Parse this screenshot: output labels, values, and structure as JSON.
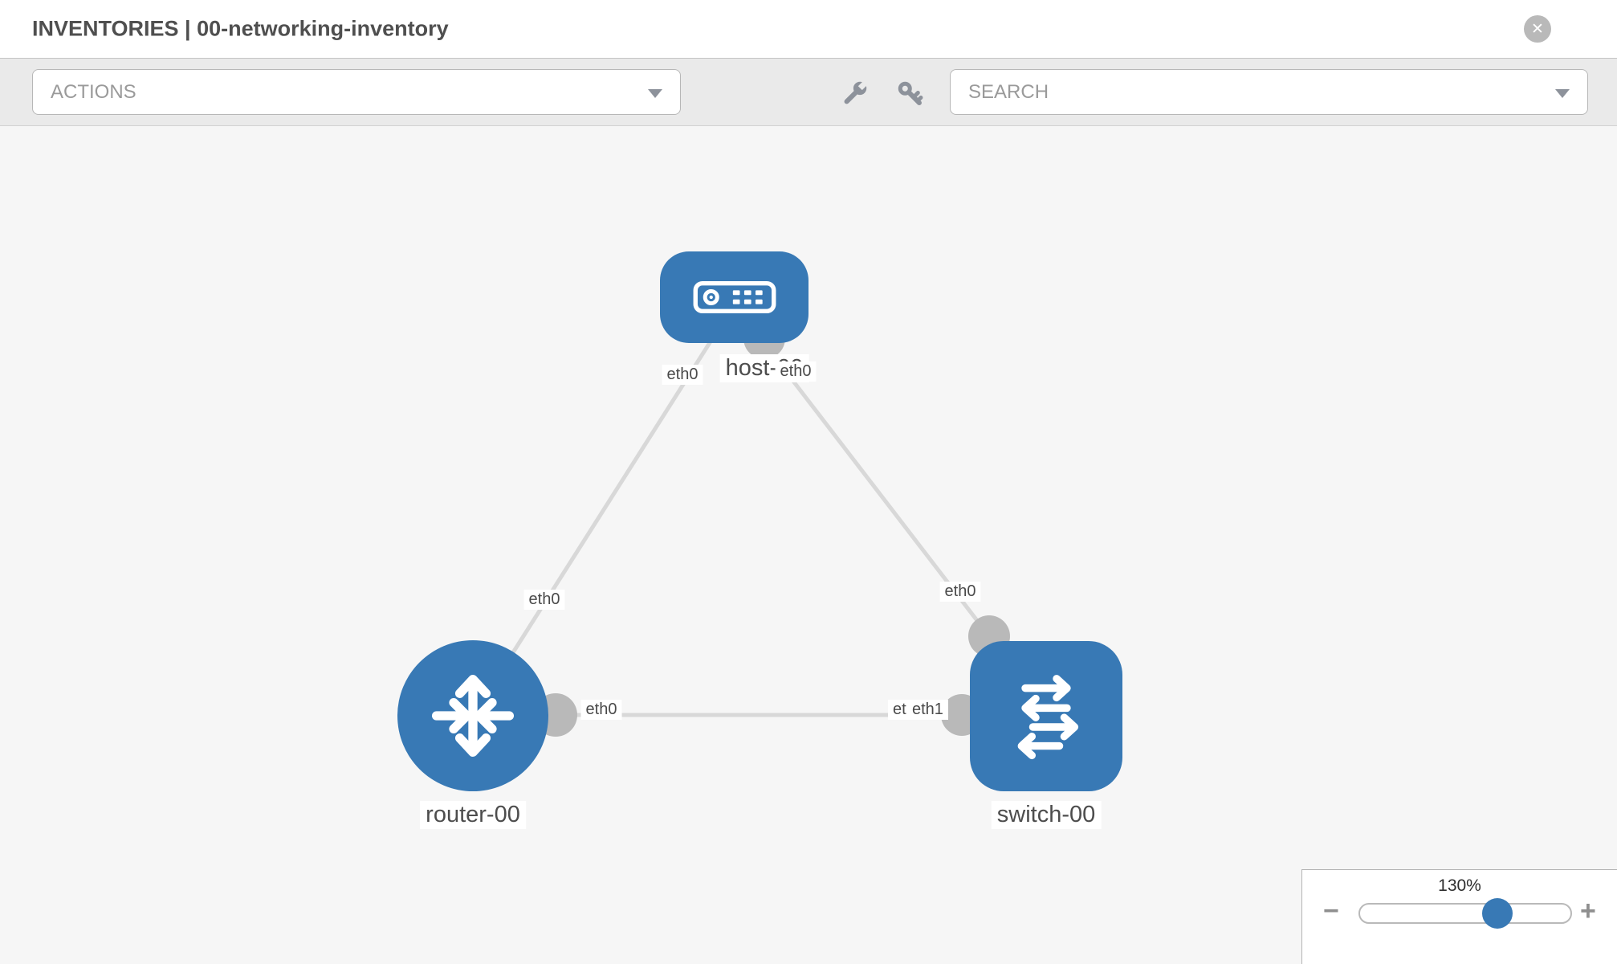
{
  "header": {
    "title": "INVENTORIES | 00-networking-inventory",
    "close_glyph": "✕"
  },
  "toolbar": {
    "actions_placeholder": "ACTIONS",
    "search_placeholder": "SEARCH",
    "icons": [
      "wrench-icon",
      "key-icon"
    ]
  },
  "topology": {
    "nodes": {
      "host": {
        "label": "host-00",
        "type": "host"
      },
      "router": {
        "label": "router-00",
        "type": "router"
      },
      "switch": {
        "label": "switch-00",
        "type": "switch"
      }
    },
    "links": {
      "host_router": {
        "host_if": "eth0",
        "router_if": "eth0"
      },
      "host_switch": {
        "host_if": "eth0",
        "switch_if": "eth0"
      },
      "router_switch": {
        "router_if": "eth0",
        "switch_if": "eth1",
        "overlapped_if": "eth0"
      }
    }
  },
  "zoom": {
    "level": "130%",
    "minus_glyph": "−",
    "plus_glyph": "+"
  },
  "colors": {
    "node_blue": "#3879b5",
    "link_gray": "#d8d8d8",
    "connector_gray": "#b9b9b9",
    "canvas_bg": "#f6f6f6",
    "toolbar_bg": "#eaeaea",
    "label_text": "#4a4a4a"
  }
}
